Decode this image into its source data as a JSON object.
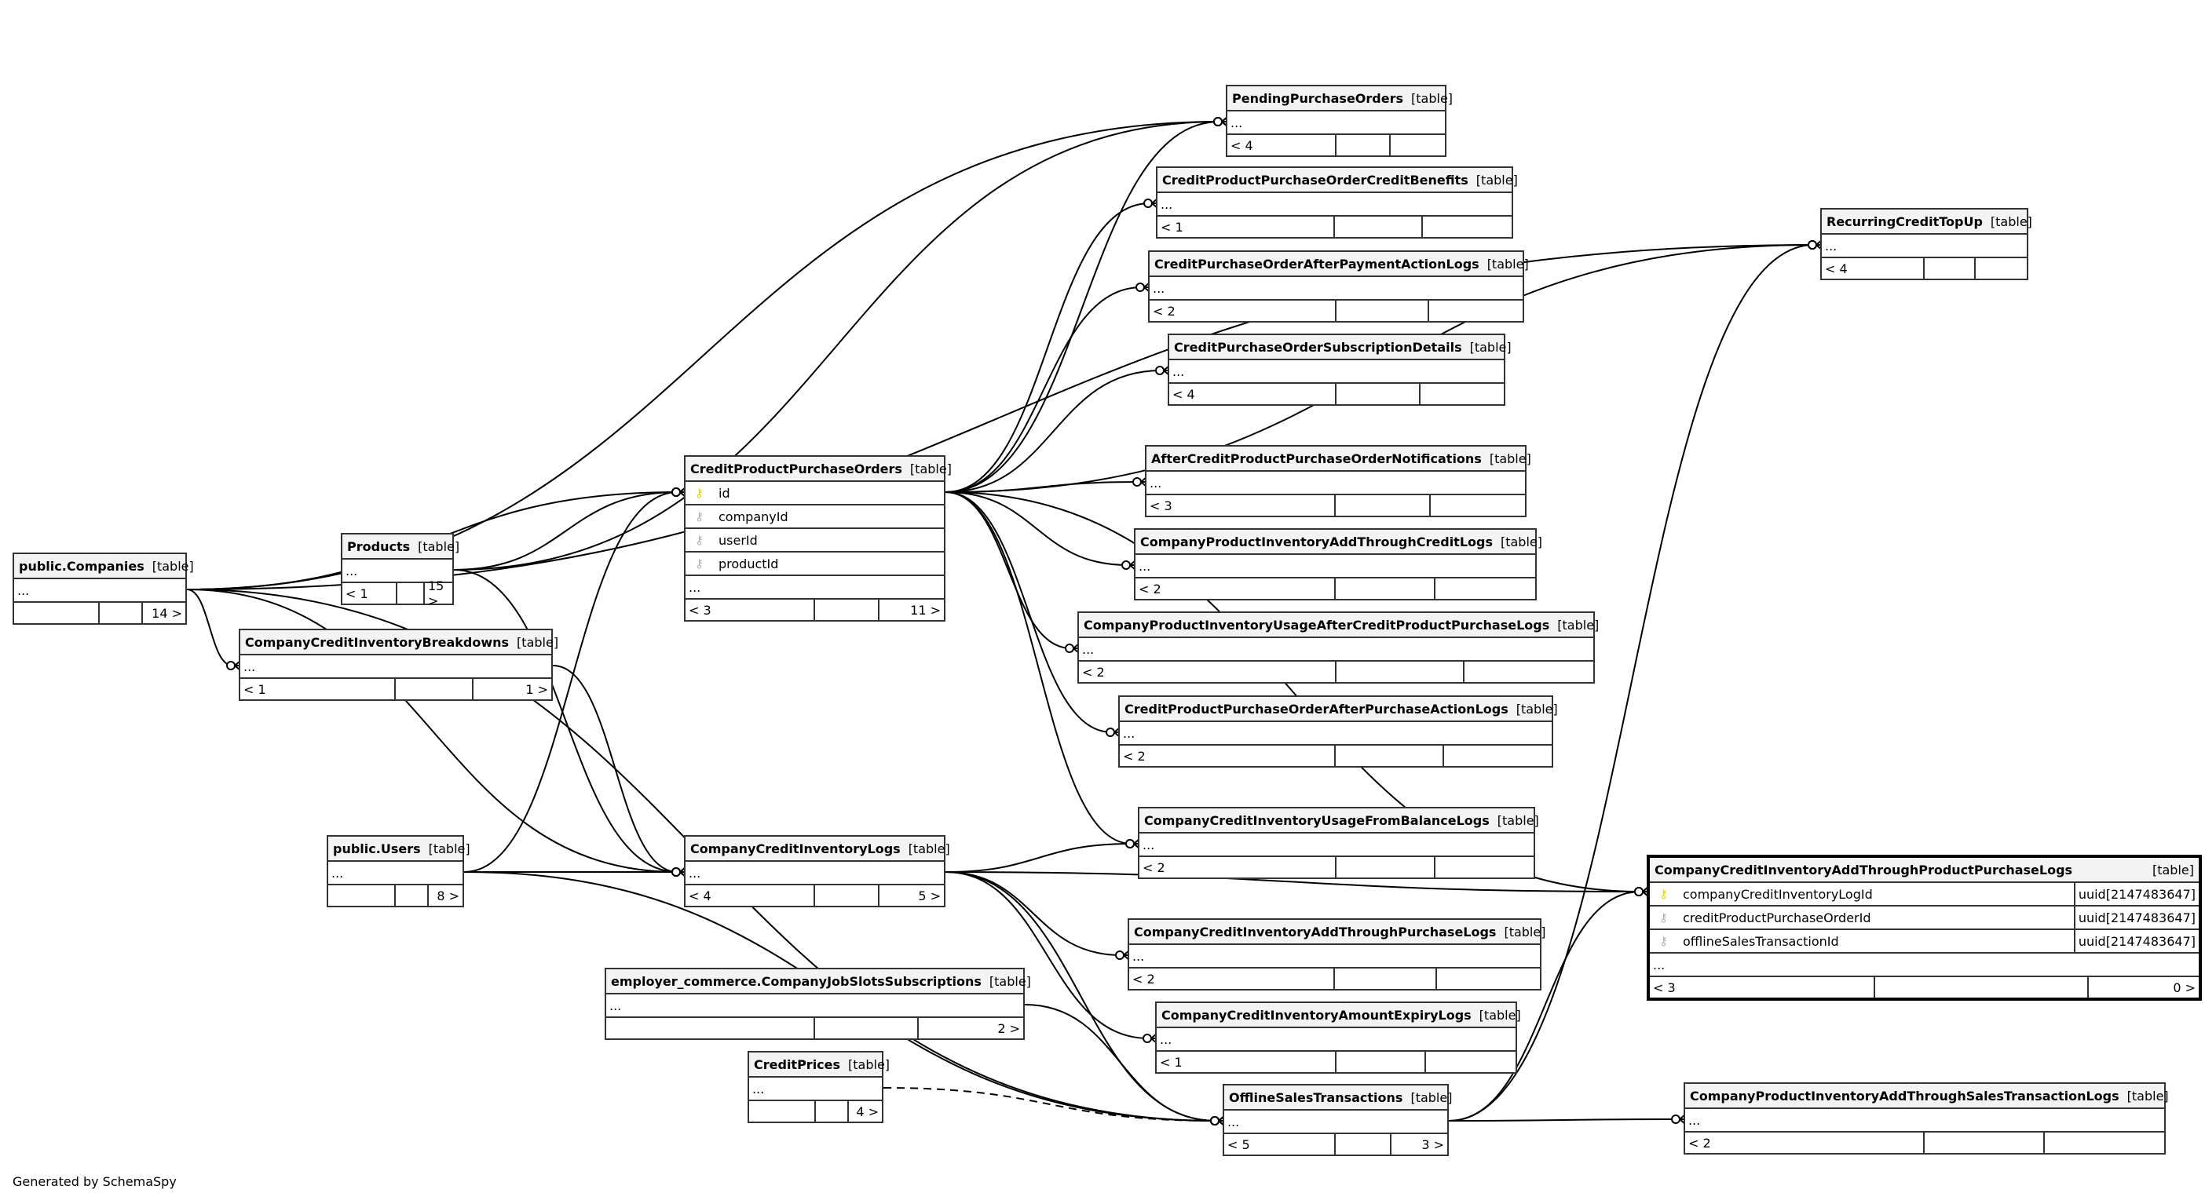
{
  "diagram": {
    "generator_note": "Generated by SchemaSpy",
    "kind_label": "[table]",
    "ellipsis": "...",
    "tables": [
      {
        "id": "companies",
        "name": "public.Companies",
        "rows": [],
        "parents": "",
        "children": "14 >"
      },
      {
        "id": "products",
        "name": "Products",
        "rows": [],
        "parents": "< 1",
        "children": "15 >"
      },
      {
        "id": "breakdowns",
        "name": "CompanyCreditInventoryBreakdowns",
        "rows": [],
        "parents": "< 1",
        "children": "1 >"
      },
      {
        "id": "cppo",
        "name": "CreditProductPurchaseOrders",
        "rows": [
          {
            "key": "pk",
            "name": "id"
          },
          {
            "key": "fk",
            "name": "companyId"
          },
          {
            "key": "fk",
            "name": "userId"
          },
          {
            "key": "fk",
            "name": "productId"
          }
        ],
        "parents": "< 3",
        "children": "11 >"
      },
      {
        "id": "pending",
        "name": "PendingPurchaseOrders",
        "rows": [],
        "parents": "< 4",
        "children": ""
      },
      {
        "id": "benefits",
        "name": "CreditProductPurchaseOrderCreditBenefits",
        "rows": [],
        "parents": "< 1",
        "children": ""
      },
      {
        "id": "afterpay",
        "name": "CreditPurchaseOrderAfterPaymentActionLogs",
        "rows": [],
        "parents": "< 2",
        "children": ""
      },
      {
        "id": "subdetails",
        "name": "CreditPurchaseOrderSubscriptionDetails",
        "rows": [],
        "parents": "< 4",
        "children": ""
      },
      {
        "id": "notifications",
        "name": "AfterCreditProductPurchaseOrderNotifications",
        "rows": [],
        "parents": "< 3",
        "children": ""
      },
      {
        "id": "addcredit",
        "name": "CompanyProductInventoryAddThroughCreditLogs",
        "rows": [],
        "parents": "< 2",
        "children": ""
      },
      {
        "id": "usageafter",
        "name": "CompanyProductInventoryUsageAfterCreditProductPurchaseLogs",
        "rows": [],
        "parents": "< 2",
        "children": ""
      },
      {
        "id": "afterpurchase",
        "name": "CreditProductPurchaseOrderAfterPurchaseActionLogs",
        "rows": [],
        "parents": "< 2",
        "children": ""
      },
      {
        "id": "usagebalance",
        "name": "CompanyCreditInventoryUsageFromBalanceLogs",
        "rows": [],
        "parents": "< 2",
        "children": ""
      },
      {
        "id": "addpurchase",
        "name": "CompanyCreditInventoryAddThroughPurchaseLogs",
        "rows": [],
        "parents": "< 2",
        "children": ""
      },
      {
        "id": "expiry",
        "name": "CompanyCreditInventoryAmountExpiryLogs",
        "rows": [],
        "parents": "< 1",
        "children": ""
      },
      {
        "id": "offline",
        "name": "OfflineSalesTransactions",
        "rows": [],
        "parents": "< 5",
        "children": "3 >"
      },
      {
        "id": "addsales",
        "name": "CompanyProductInventoryAddThroughSalesTransactionLogs",
        "rows": [],
        "parents": "< 2",
        "children": ""
      },
      {
        "id": "recurring",
        "name": "RecurringCreditTopUp",
        "rows": [],
        "parents": "< 4",
        "children": ""
      },
      {
        "id": "focus",
        "name": "CompanyCreditInventoryAddThroughProductPurchaseLogs",
        "rows": [
          {
            "key": "pk",
            "name": "companyCreditInventoryLogId",
            "type": "uuid[2147483647]"
          },
          {
            "key": "fk",
            "name": "creditProductPurchaseOrderId",
            "type": "uuid[2147483647]"
          },
          {
            "key": "fk",
            "name": "offlineSalesTransactionId",
            "type": "uuid[2147483647]"
          }
        ],
        "parents": "< 3",
        "children": "0 >"
      },
      {
        "id": "users",
        "name": "public.Users",
        "rows": [],
        "parents": "",
        "children": "8 >"
      },
      {
        "id": "ccilogs",
        "name": "CompanyCreditInventoryLogs",
        "rows": [],
        "parents": "< 4",
        "children": "5 >"
      },
      {
        "id": "jobslots",
        "name": "employer_commerce.CompanyJobSlotsSubscriptions",
        "rows": [],
        "parents": "",
        "children": "2 >"
      },
      {
        "id": "prices",
        "name": "CreditPrices",
        "rows": [],
        "parents": "",
        "children": "4 >"
      }
    ],
    "relationships": [
      {
        "from": "companies",
        "to": "cppo"
      },
      {
        "from": "companies",
        "to": "pending"
      },
      {
        "from": "companies",
        "to": "recurring"
      },
      {
        "from": "companies",
        "to": "breakdowns"
      },
      {
        "from": "companies",
        "to": "ccilogs"
      },
      {
        "from": "companies",
        "to": "offline"
      },
      {
        "from": "products",
        "to": "cppo"
      },
      {
        "from": "products",
        "to": "pending"
      },
      {
        "from": "products",
        "to": "ccilogs"
      },
      {
        "from": "users",
        "to": "cppo"
      },
      {
        "from": "users",
        "to": "ccilogs"
      },
      {
        "from": "users",
        "to": "offline"
      },
      {
        "from": "breakdowns",
        "to": "ccilogs"
      },
      {
        "from": "cppo",
        "to": "pending"
      },
      {
        "from": "cppo",
        "to": "benefits"
      },
      {
        "from": "cppo",
        "to": "afterpay"
      },
      {
        "from": "cppo",
        "to": "subdetails"
      },
      {
        "from": "cppo",
        "to": "notifications"
      },
      {
        "from": "cppo",
        "to": "addcredit"
      },
      {
        "from": "cppo",
        "to": "usageafter"
      },
      {
        "from": "cppo",
        "to": "afterpurchase"
      },
      {
        "from": "cppo",
        "to": "usagebalance"
      },
      {
        "from": "cppo",
        "to": "recurring"
      },
      {
        "from": "cppo",
        "to": "focus"
      },
      {
        "from": "ccilogs",
        "to": "usagebalance"
      },
      {
        "from": "ccilogs",
        "to": "addpurchase"
      },
      {
        "from": "ccilogs",
        "to": "expiry"
      },
      {
        "from": "ccilogs",
        "to": "focus"
      },
      {
        "from": "ccilogs",
        "to": "offline"
      },
      {
        "from": "jobslots",
        "to": "offline"
      },
      {
        "from": "prices",
        "to": "offline",
        "dashed": true
      },
      {
        "from": "offline",
        "to": "addsales"
      },
      {
        "from": "offline",
        "to": "focus"
      },
      {
        "from": "offline",
        "to": "recurring"
      }
    ]
  }
}
